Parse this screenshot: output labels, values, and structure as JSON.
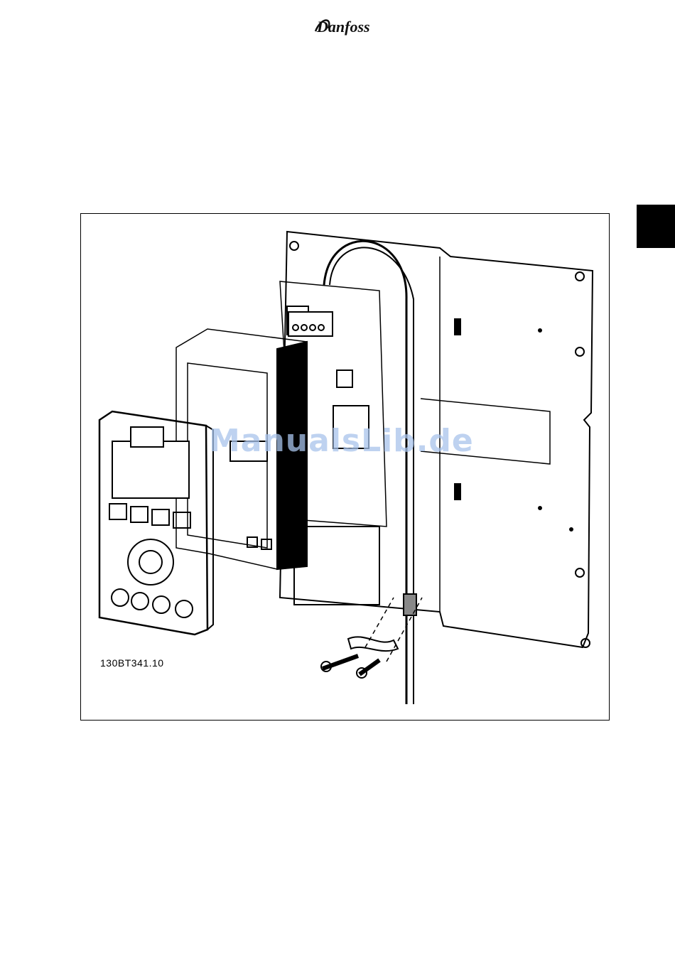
{
  "header": {
    "brand": "Danfoss"
  },
  "figure": {
    "code": "130BT341.10",
    "watermark": "ManualsLib.de"
  }
}
